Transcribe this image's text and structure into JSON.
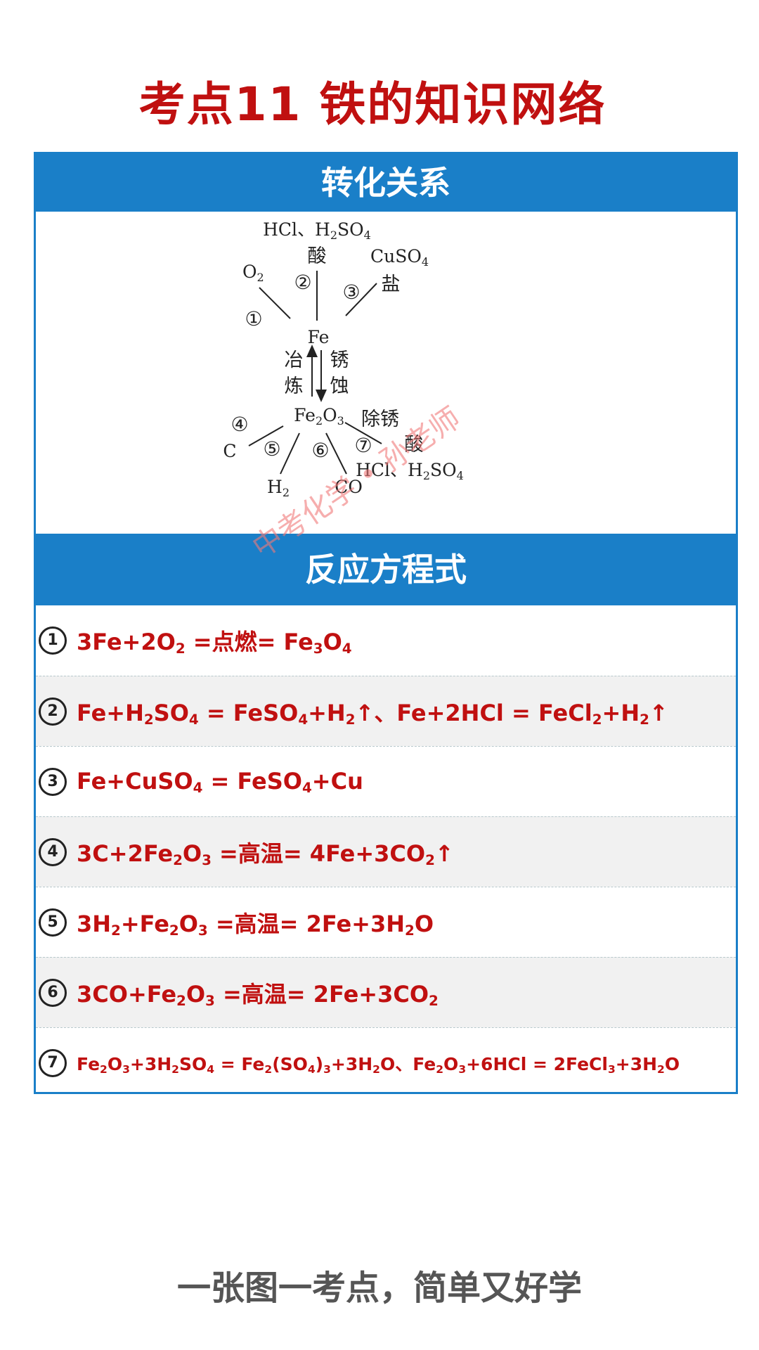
{
  "page": {
    "title": "考点11 铁的知识网络",
    "section1": "转化关系",
    "section2": "反应方程式",
    "footer": "一张图一考点，简单又好学",
    "watermark": "中考化学 • 孙老师"
  },
  "diagram": {
    "fe": "Fe",
    "fe2o3": "Fe2O3",
    "o2": "O2",
    "acid_formula": "HCl、H2SO4",
    "acid": "酸",
    "cuso4": "CuSO4",
    "salt": "盐",
    "smelt1": "冶",
    "smelt2": "炼",
    "rust1": "锈",
    "rust2": "蚀",
    "derust": "除锈",
    "acid2": "酸",
    "acid2_formula": "HCl、H2SO4",
    "c": "C",
    "h2": "H2",
    "co": "CO",
    "n1": "①",
    "n2": "②",
    "n3": "③",
    "n4": "④",
    "n5": "⑤",
    "n6": "⑥",
    "n7": "⑦"
  },
  "equations": [
    {
      "num": "1",
      "text": "3Fe+2O2 =点燃= Fe3O4"
    },
    {
      "num": "2",
      "text": "Fe+H2SO4 = FeSO4+H2↑、Fe+2HCl = FeCl2+H2↑"
    },
    {
      "num": "3",
      "text": "Fe+CuSO4 = FeSO4+Cu"
    },
    {
      "num": "4",
      "text": "3C+2Fe2O3 =高温= 4Fe+3CO2↑"
    },
    {
      "num": "5",
      "text": "3H2+Fe2O3 =高温= 2Fe+3H2O"
    },
    {
      "num": "6",
      "text": "3CO+Fe2O3 =高温= 2Fe+3CO2"
    },
    {
      "num": "7",
      "text": "Fe2O3+3H2SO4 = Fe2(SO4)3+3H2O、Fe2O3+6HCl = 2FeCl3+3H2O"
    }
  ]
}
